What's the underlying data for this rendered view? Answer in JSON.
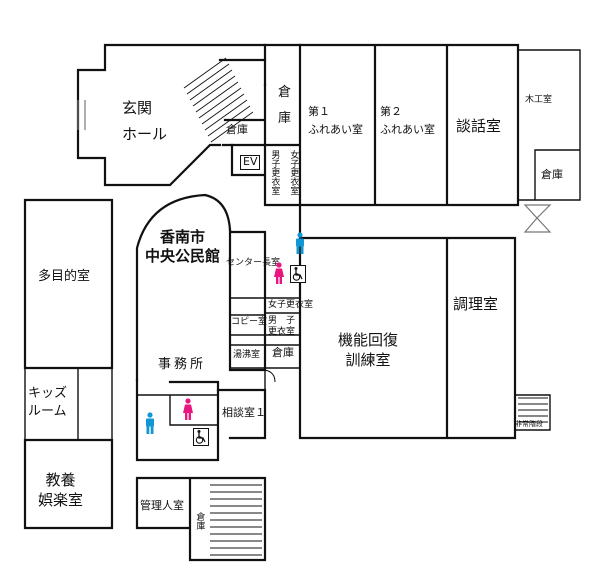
{
  "rooms": {
    "genkan_hall": "玄関\nホール",
    "souko_top_a": "倉\n庫",
    "souko_stair": "倉庫",
    "ev": "EV",
    "danshi_koui": "男子更衣室",
    "joshi_koui_top": "女子更衣室",
    "fureai1": "第１\nふれあい室",
    "fureai2": "第２\nふれあい室",
    "danwa": "談話室",
    "mokko": "木工室",
    "souko_right": "倉庫",
    "tamokuteki": "多目的室",
    "center_title": "香南市\n中央公民館",
    "center_cho": "センター長室",
    "joshi_koui_mid": "女子更衣室",
    "copy": "コピー室",
    "danshi_koui_mid": "男　子\n更衣室",
    "yutou": "湯沸室",
    "souko_mid": "倉庫",
    "jimusho": "事務所",
    "kinou": "機能回復\n訓練室",
    "chouri": "調理室",
    "kids": "キッズ\nルーム",
    "soudan1": "相談室１",
    "kyouyou": "教養\n娯楽室",
    "kanrinin": "管理人室",
    "souko_bottom": "倉庫",
    "emergency": "非常階段"
  },
  "icons": {
    "male": "male-restroom-icon",
    "female": "female-restroom-icon",
    "accessible": "wheelchair-icon"
  },
  "colors": {
    "wall": "#111111",
    "female": "#e8167f",
    "male": "#1196d6",
    "window": "#7a7a7a"
  }
}
